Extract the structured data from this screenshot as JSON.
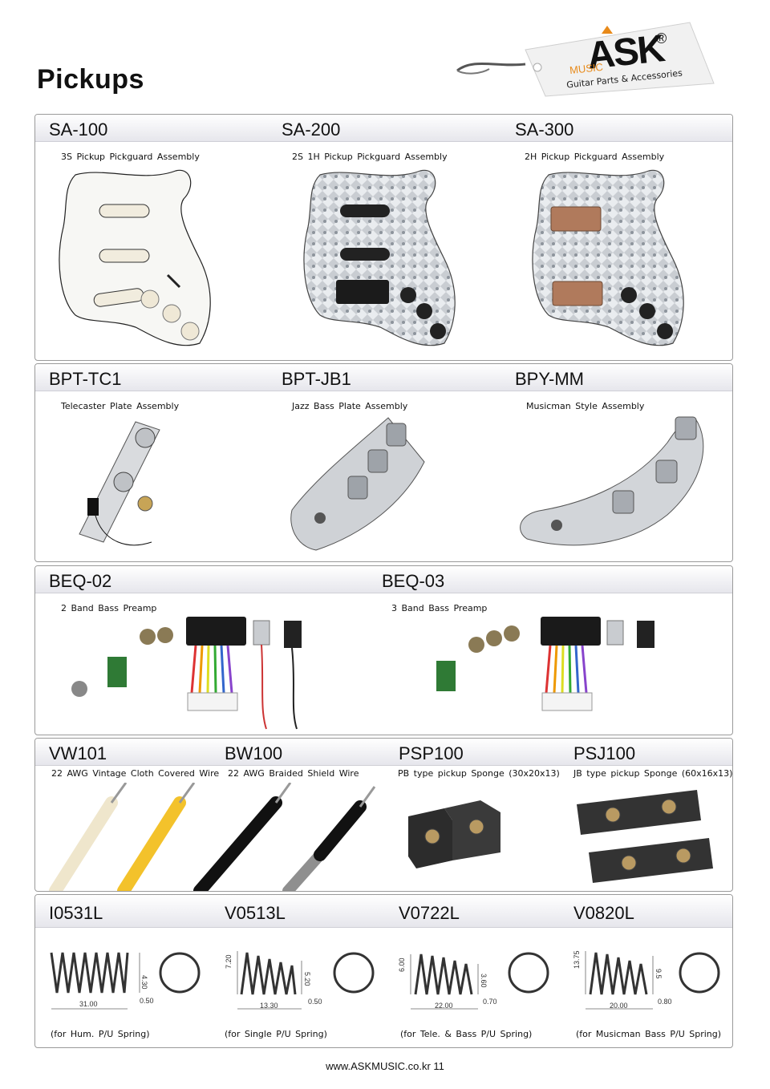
{
  "page": {
    "title": "Pickups",
    "footer": "www.ASKMUSIC.co.kr 11"
  },
  "brand": {
    "logo_text": "ASK",
    "registered": "®",
    "music": "MUSIC",
    "tagline": "Guitar Parts & Accessories"
  },
  "rows": [
    {
      "items": [
        {
          "code": "SA-100",
          "desc": "3S Pickup Pickguard Assembly"
        },
        {
          "code": "SA-200",
          "desc": "2S 1H Pickup Pickguard Assembly"
        },
        {
          "code": "SA-300",
          "desc": "2H Pickup Pickguard Assembly"
        }
      ]
    },
    {
      "items": [
        {
          "code": "BPT-TC1",
          "desc": "Telecaster Plate Assembly"
        },
        {
          "code": "BPT-JB1",
          "desc": "Jazz Bass Plate Assembly"
        },
        {
          "code": "BPY-MM",
          "desc": "Musicman Style Assembly"
        }
      ]
    },
    {
      "items": [
        {
          "code": "BEQ-02",
          "desc": "2 Band Bass Preamp"
        },
        {
          "code": "BEQ-03",
          "desc": "3 Band Bass Preamp"
        }
      ]
    },
    {
      "items": [
        {
          "code": "VW101",
          "desc": "22 AWG Vintage Cloth Covered Wire"
        },
        {
          "code": "BW100",
          "desc": "22 AWG Braided Shield Wire"
        },
        {
          "code": "PSP100",
          "desc": "PB type pickup Sponge (30x20x13)"
        },
        {
          "code": "PSJ100",
          "desc": "JB type pickup Sponge (60x16x13)"
        }
      ]
    },
    {
      "items": [
        {
          "code": "I0531L",
          "desc": "(for Hum. P/U Spring)",
          "dims": [
            "4.30",
            "0.50",
            "31.00"
          ]
        },
        {
          "code": "V0513L",
          "desc": "(for Single P/U Spring)",
          "dims": [
            "7.20",
            "5.20",
            "0.50",
            "13.30"
          ]
        },
        {
          "code": "V0722L",
          "desc": "(for Tele. & Bass P/U Spring)",
          "dims": [
            "6.00",
            "3.60",
            "0.70",
            "22.00"
          ]
        },
        {
          "code": "V0820L",
          "desc": "(for Musicman Bass P/U Spring)",
          "dims": [
            "13.75",
            "9.5",
            "0.80",
            "20.00"
          ]
        }
      ]
    }
  ]
}
